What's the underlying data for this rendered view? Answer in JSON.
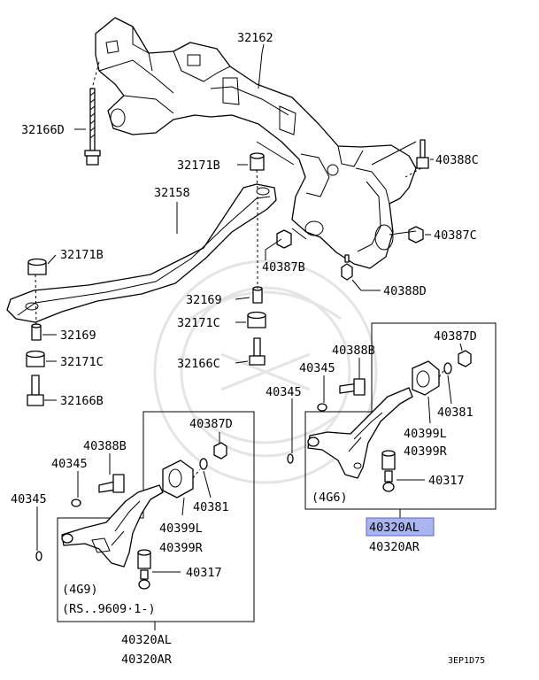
{
  "labels": {
    "l_32162": "32162",
    "l_32166D": "32166D",
    "l_32171B_top": "32171B",
    "l_40388C": "40388C",
    "l_32158": "32158",
    "l_40387C": "40387C",
    "l_32171B_left": "32171B",
    "l_40387B": "40387B",
    "l_40388D": "40388D",
    "l_32169_mid": "32169",
    "l_32171C_mid": "32171C",
    "l_32166C": "32166C",
    "l_32169_left": "32169",
    "l_32171C_left": "32171C",
    "l_32166B": "32166B",
    "l_40387D_right": "40387D",
    "l_40388B_right": "40388B",
    "l_40345_right_a": "40345",
    "l_40345_right_b": "40345",
    "l_40381_right": "40381",
    "l_40399L_right": "40399L",
    "l_40399R_right": "40399R",
    "l_40317_right": "40317",
    "l_4G6": "(4G6)",
    "l_40320AL_right": "40320AL",
    "l_40320AR_right": "40320AR",
    "l_40387D_left": "40387D",
    "l_40388B_left": "40388B",
    "l_40345_left_a": "40345",
    "l_40345_left_b": "40345",
    "l_40381_left": "40381",
    "l_40399L_left": "40399L",
    "l_40399R_left": "40399R",
    "l_40317_left": "40317",
    "l_4G9": "(4G9)",
    "l_RS": "(RS..9609·1-)",
    "l_40320AL_left": "40320AL",
    "l_40320AR_left": "40320AR",
    "l_code": "3EP1D75"
  },
  "highlight": {
    "part": "40320AL",
    "color": "#aab4ee"
  },
  "colors": {
    "line": "#000000",
    "background": "#ffffff",
    "watermark": "#e4e4e4"
  }
}
